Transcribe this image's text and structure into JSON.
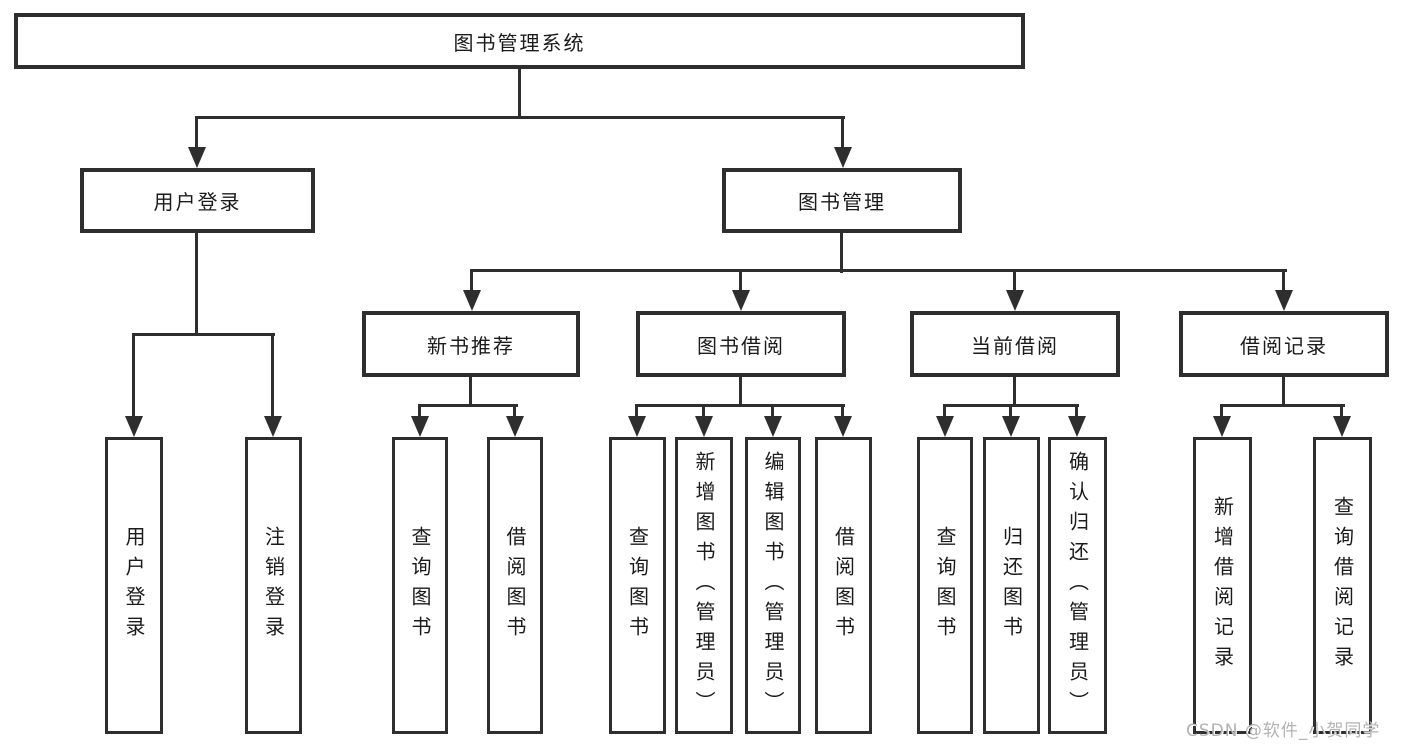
{
  "diagram": {
    "title": "图书管理系统",
    "nodes": {
      "root": {
        "label": "图书管理系统"
      },
      "user_login": {
        "label": "用户登录",
        "children": [
          "用户登录",
          "注销登录"
        ]
      },
      "book_management": {
        "label": "图书管理"
      },
      "new_book_recommend": {
        "label": "新书推荐",
        "children": [
          "查询图书",
          "借阅图书"
        ]
      },
      "book_borrow": {
        "label": "图书借阅",
        "children": [
          "查询图书",
          "新增图书（管理员）",
          "编辑图书（管理员）",
          "借阅图书"
        ]
      },
      "current_borrow": {
        "label": "当前借阅",
        "children": [
          "查询图书",
          "归还图书",
          "确认归还（管理员）"
        ]
      },
      "borrow_records": {
        "label": "借阅记录",
        "children": [
          "新增借阅记录",
          "查询借阅记录"
        ]
      }
    }
  },
  "watermark": "CSDN @软件_小贺同学",
  "colors": {
    "line": "#2e2e2e",
    "box_border": "#2e2e2e",
    "text": "#1b1b1b",
    "watermark": "#b3b3b3",
    "background": "#ffffff"
  }
}
